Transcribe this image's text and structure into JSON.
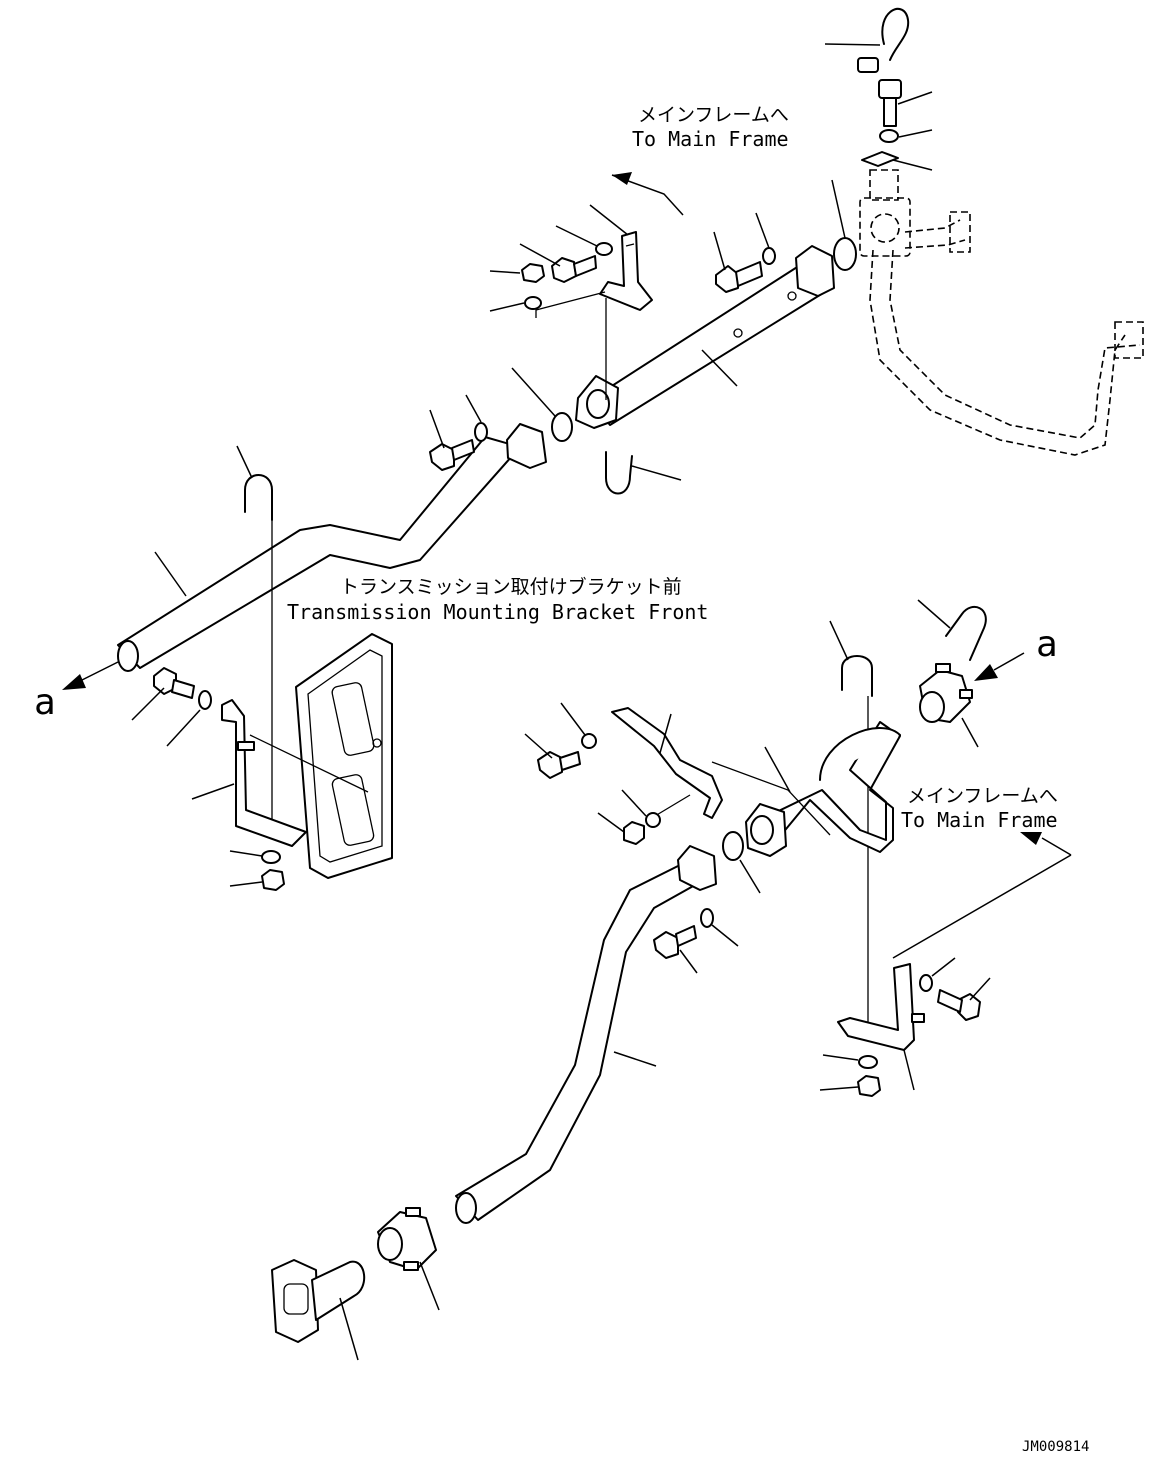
{
  "labels": {
    "to_main_frame_upper_jp": "メインフレームへ",
    "to_main_frame_upper_en": "To Main Frame",
    "transmission_jp": "トランスミッション取付けブラケット前",
    "transmission_en": "Transmission Mounting Bracket Front",
    "to_main_frame_lower_jp": "メインフレームへ",
    "to_main_frame_lower_en": "To Main Frame",
    "ref_a_left": "a",
    "ref_a_right": "a",
    "drawing_number": "JM009814"
  }
}
